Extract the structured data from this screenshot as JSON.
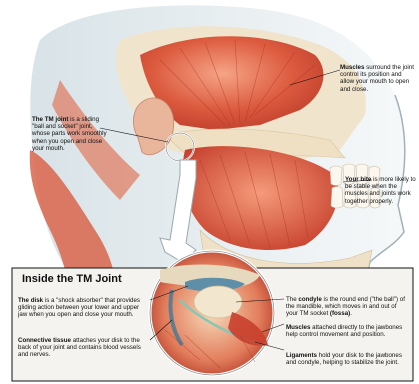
{
  "labels": {
    "tm_joint": {
      "term": "The TM joint",
      "text": " is a sliding \"ball and socket\" joint, whose parts work smoothly when you open and close your mouth."
    },
    "muscles": {
      "term": "Muscles",
      "text": " surround the joint control its position and allow your mouth to open and close."
    },
    "bite": {
      "term": "Your bite",
      "text": " is more likely to be stable when the muscles and joints work together properly."
    }
  },
  "inset": {
    "title": "Inside the TM Joint",
    "disk": {
      "term": "The disk",
      "text": " is a \"shock absorber\" that provides gliding action between your lower and upper jaw when you open and close your mouth."
    },
    "connective": {
      "term": "Connective tissue",
      "text": " attaches your disk to the back of your joint and contains blood vessels and nerves."
    },
    "condyle": {
      "prefix": "The ",
      "term": "condyle",
      "text": " is the round end (\"the ball\") of the mandible, which moves in and out of your TM socket ",
      "term2": "(fossa)",
      "suffix": "."
    },
    "muscles": {
      "term": "Muscles",
      "text": " attached directly to the jawbones help control movement and position."
    },
    "ligaments": {
      "term": "Ligaments",
      "text": " hold your disk to the jawbones and condyle, helping to stabilize the joint."
    }
  },
  "colors": {
    "background": "#ffffff",
    "skin_shadow": "#dbe6ea",
    "muscle": "#d8503a",
    "muscle_light": "#f08a6a",
    "bone": "#f2e6cf",
    "tooth": "#fbf7ee",
    "inset_border": "#111111",
    "inset_bg": "#f4f3ef"
  }
}
